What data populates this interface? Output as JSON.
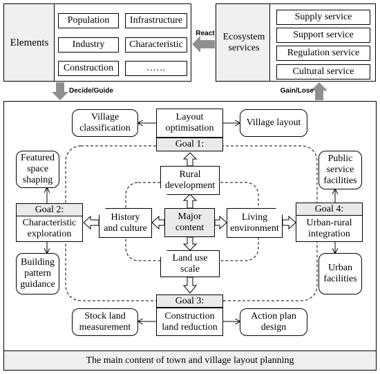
{
  "elements_panel": {
    "title": "Elements",
    "items": [
      "Population",
      "Infrastructure",
      "Industry",
      "Characteristic",
      "Construction",
      "……"
    ]
  },
  "ecosystem_panel": {
    "title": "Ecosystem services",
    "items": [
      "Supply service",
      "Support service",
      "Regulation service",
      "Cultural service"
    ]
  },
  "arrows": {
    "react": "React",
    "decide_guide": "Decide/Guide",
    "gain_lose": "Gain/Lose"
  },
  "main": {
    "footer": "The main content of town and village layout planning",
    "center": "Major content",
    "inner": {
      "rural": "Rural development",
      "history": "History and culture",
      "living": "Living environment",
      "land": "Land use scale"
    },
    "goals": {
      "goal1": {
        "label": "Goal 1:",
        "title": "Layout optimisation",
        "left": "Village classification",
        "right": "Village layout"
      },
      "goal2": {
        "label": "Goal 2:",
        "title": "Characteristic exploration",
        "top": "Featured space shaping",
        "bottom": "Building pattern guidance"
      },
      "goal3": {
        "label": "Goal 3:",
        "title": "Construction land reduction",
        "left": "Stock land measurement",
        "right": "Action plan design"
      },
      "goal4": {
        "label": "Goal 4:",
        "title": "Urban-rural integration",
        "top": "Public service facilities",
        "bottom": "Urban facilities"
      }
    }
  }
}
